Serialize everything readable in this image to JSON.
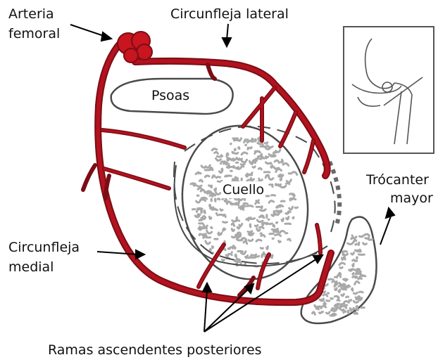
{
  "labels": {
    "arteria_femoral": [
      "Arteria",
      "femoral"
    ],
    "circunfleja_lateral": "Circunfleja lateral",
    "psoas": "Psoas",
    "cuello": "Cuello",
    "trocanter_mayor": [
      "Trócanter",
      "mayor"
    ],
    "circunfleja_medial": [
      "Circunfleja",
      "medial"
    ],
    "ramas_ascendentes": "Ramas ascendentes posteriores"
  },
  "colors": {
    "artery": "#b3121f",
    "artery_dark": "#7a0d15",
    "outline": "#4a4a4a",
    "bone_texture": "#a9a9a9"
  }
}
